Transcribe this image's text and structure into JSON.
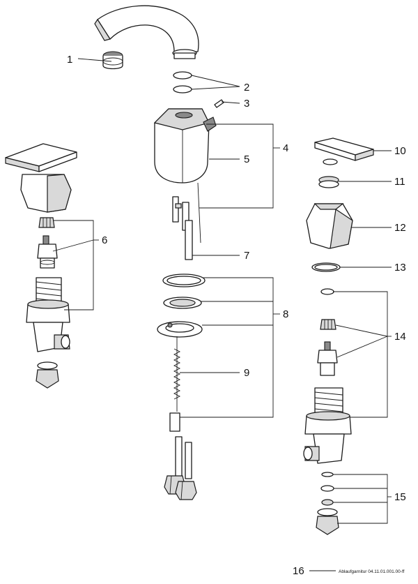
{
  "diagram": {
    "callouts": {
      "c1": "1",
      "c2": "2",
      "c3": "3",
      "c4": "4",
      "c5": "5",
      "c6": "6",
      "c7": "7",
      "c8": "8",
      "c9": "9",
      "c10": "10",
      "c11": "11",
      "c12": "12",
      "c13": "13",
      "c14": "14",
      "c15": "15",
      "c16": "16"
    },
    "footnote": "Ablaufgarnitur 04.11.01.001.00-ff"
  }
}
